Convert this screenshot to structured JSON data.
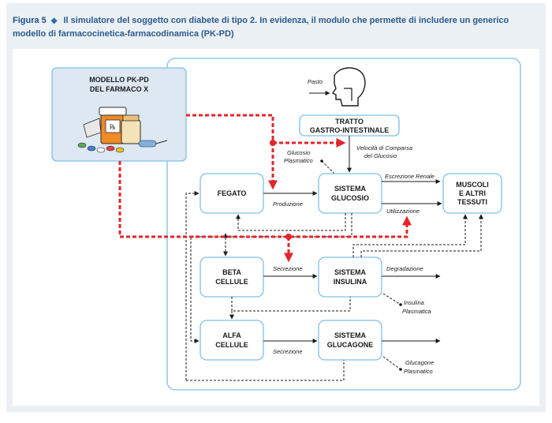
{
  "caption": {
    "figure_label": "Figura 5",
    "text": "Il simulatore del soggetto con diabete di tipo 2. In evidenza, il modulo che permette di includere un generico modello di farmacocinetica-farmacodinamica (PK-PD)"
  },
  "nodes": {
    "pkpd": [
      "MODELLO PK-PD",
      "DEL FARMACO X"
    ],
    "tratto": [
      "TRATTO",
      "GASTRO-INTESTINALE"
    ],
    "fegato": [
      "FEGATO"
    ],
    "glucosio": [
      "SISTEMA",
      "GLUCOSIO"
    ],
    "muscoli": [
      "MUSCOLI",
      "E ALTRI",
      "TESSUTI"
    ],
    "beta": [
      "BETA",
      "CELLULE"
    ],
    "insulina": [
      "SISTEMA",
      "INSULINA"
    ],
    "alfa": [
      "ALFA",
      "CELLULE"
    ],
    "glucagone": [
      "SISTEMA",
      "GLUCAGONE"
    ]
  },
  "labels": {
    "pasto": "Pasto",
    "glucosio_plasmatico": [
      "Glucosio",
      "Plasmatico"
    ],
    "velocita": [
      "Velocità di Comparsa",
      "del Glucosio"
    ],
    "escrezione": "Escrezione Renale",
    "produzione": "Produzione",
    "utilizzazione": "Utilizzazione",
    "secrezione_beta": "Secrezione",
    "degradazione": "Degradazione",
    "insulina_plasmatica": [
      "Insulina",
      "Plasmatica"
    ],
    "secrezione_alfa": "Secrezione",
    "glucagone_plasmatico": [
      "Glucagone",
      "Plasmatico"
    ]
  },
  "colors": {
    "box_border": "#7fc0e6",
    "pkpd_fill": "#dde8f2",
    "drug_link": "#e0262b",
    "caption": "#2b5a8c"
  },
  "icons": [
    "pills-bottle-icon",
    "head-eating-icon"
  ]
}
